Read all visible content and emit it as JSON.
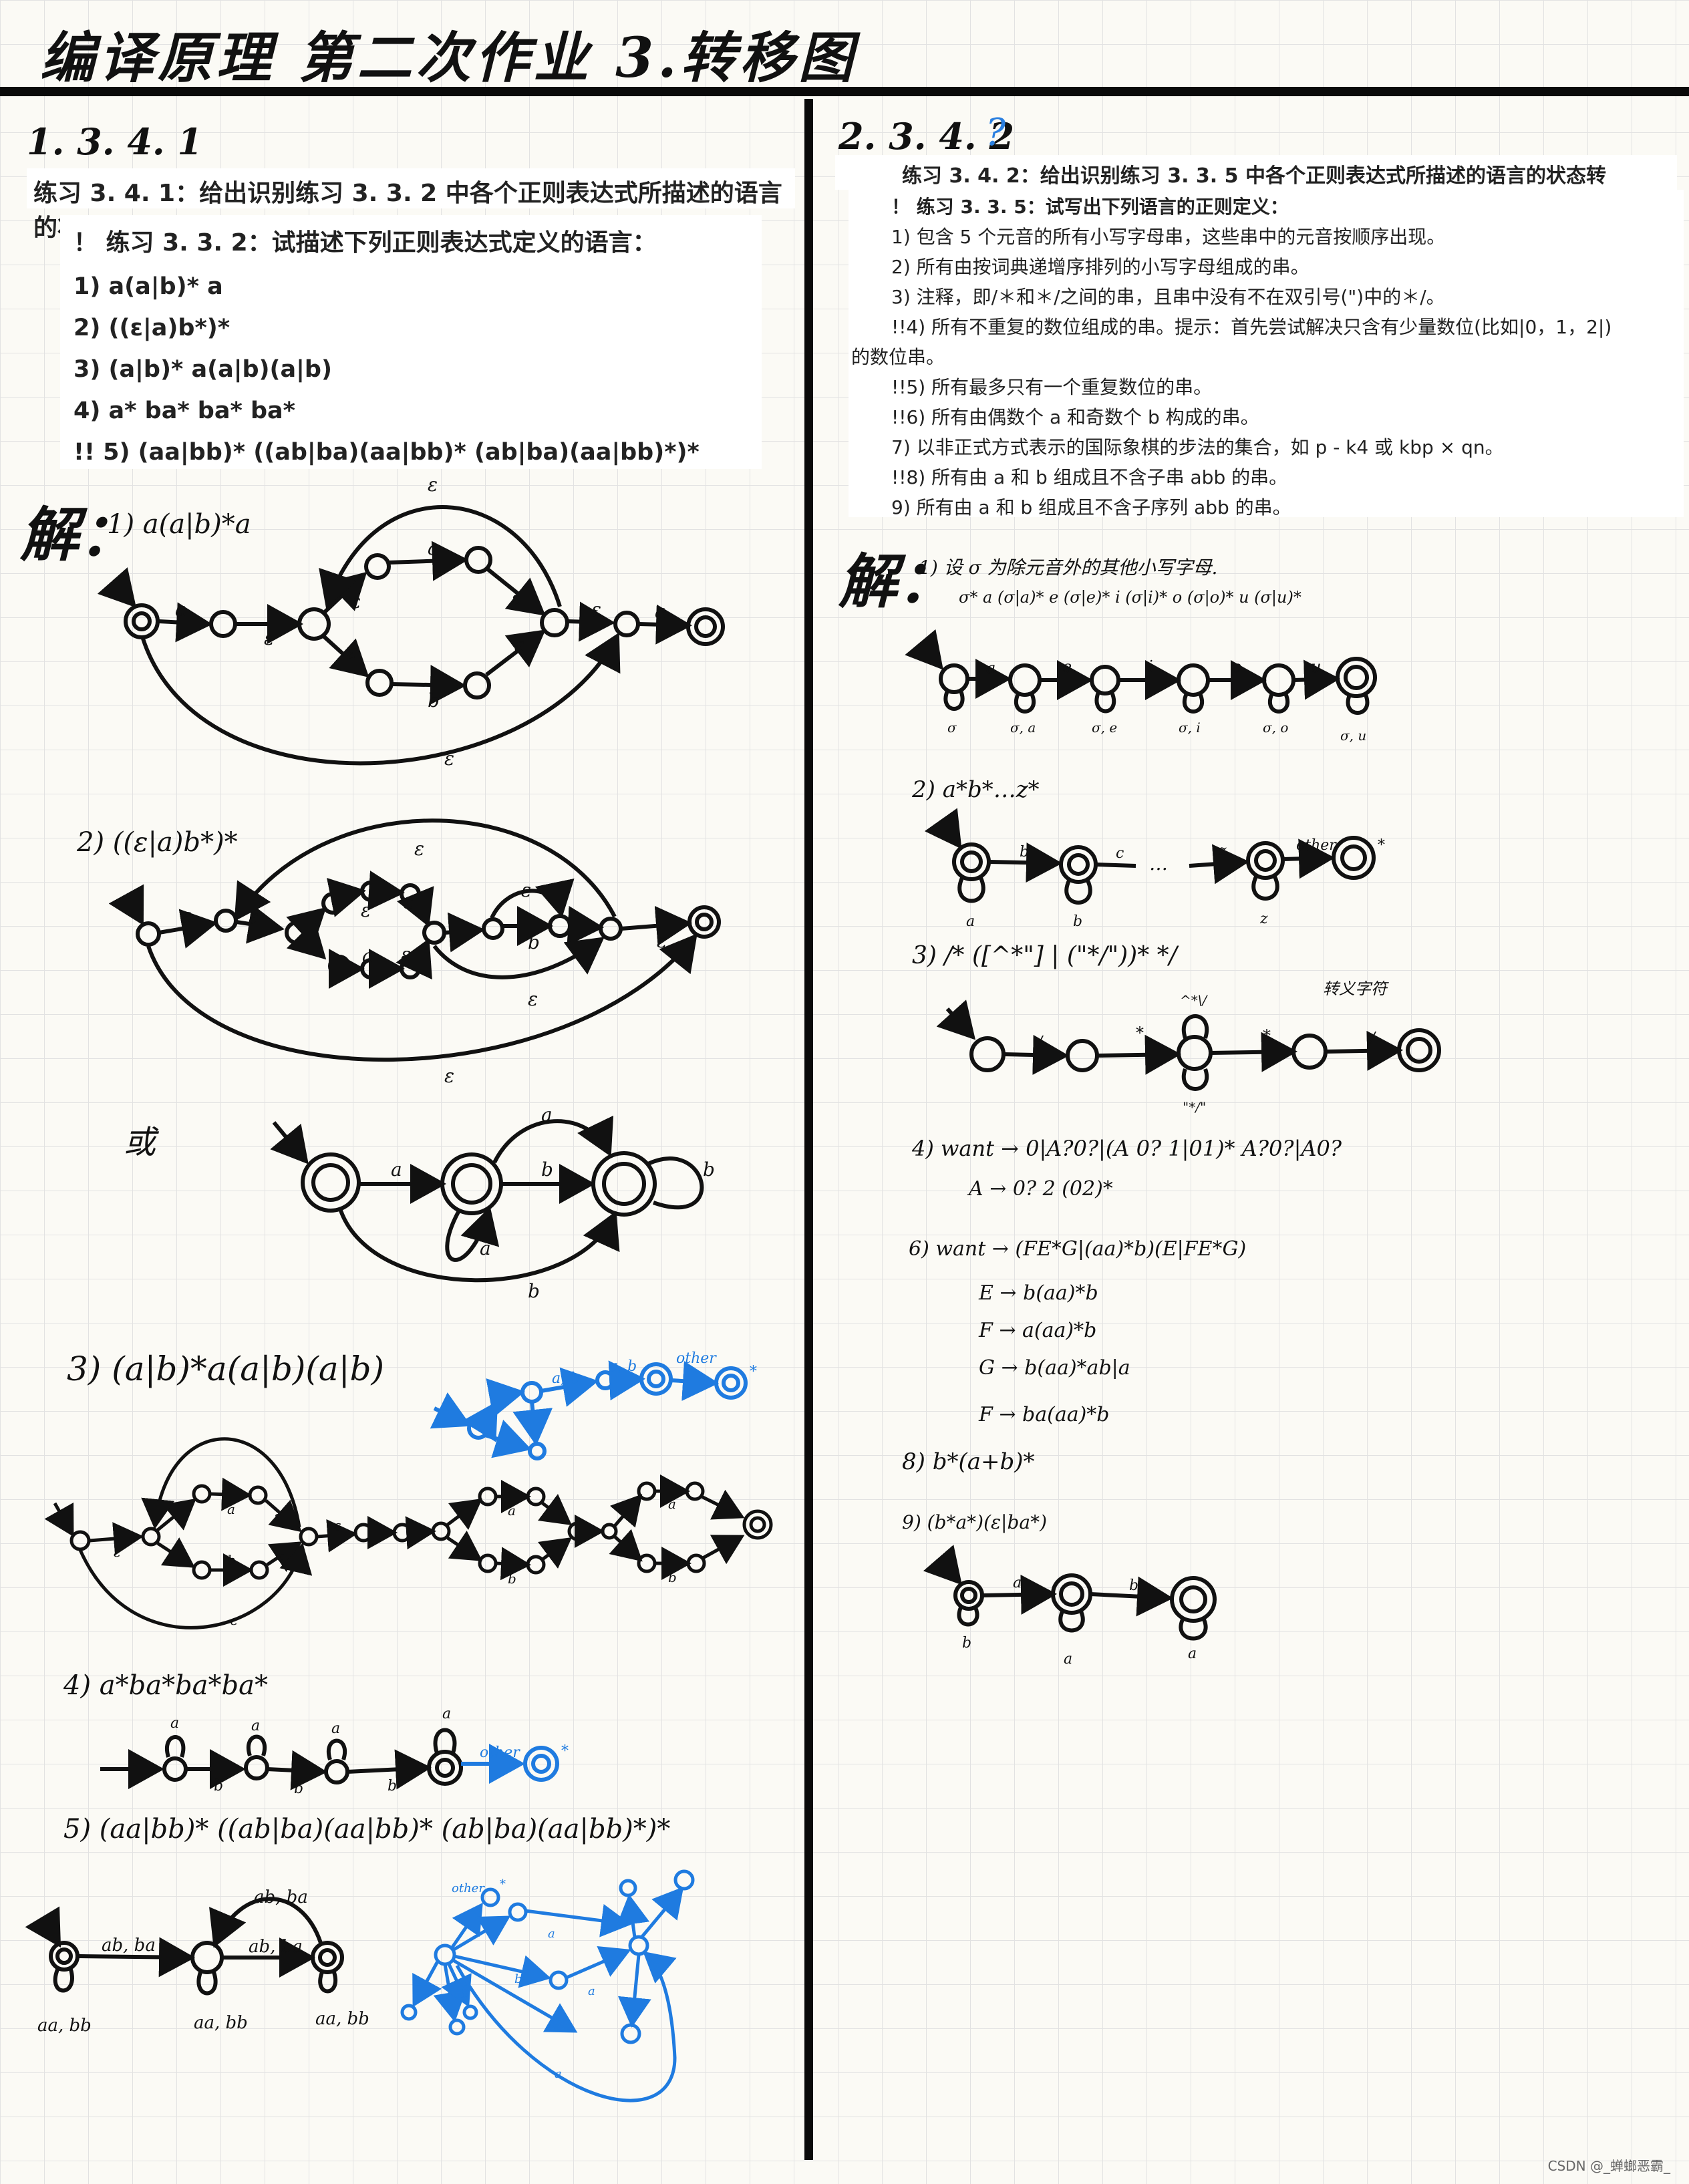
{
  "title": "编译原理  第二次作业 3.转移图",
  "left": {
    "section": "1. 3. 4. 1",
    "exercise_title": "练习 3. 4. 1：给出识别练习 3. 3. 2 中各个正则表达式所描述的语言的状态转换图。",
    "sub_title": "！ 练习 3. 3. 2：试描述下列正则表达式定义的语言：",
    "items": [
      "1) a(a|b)* a",
      "2) ((ε|a)b*)*",
      "3) (a|b)* a(a|b)(a|b)",
      "4) a* ba* ba* ba*",
      "!! 5) (aa|bb)* ((ab|ba)(aa|bb)* (ab|ba)(aa|bb)*)*"
    ],
    "jie": "解：",
    "ans1": "1) a(a|b)*a",
    "ans2": "2) ((ε|a)b*)*",
    "huo": "或",
    "ans3": "3) (a|b)*a(a|b)(a|b)",
    "ans4": "4) a*ba*ba*ba*",
    "ans5": "5) (aa|bb)* ((ab|ba)(aa|bb)* (ab|ba)(aa|bb)*)*"
  },
  "right": {
    "section": "2. 3. 4. 2",
    "question_mark": "?",
    "exercise_title": "练习 3. 4. 2：给出识别练习 3. 3. 5 中各个正则表达式所描述的语言的状态转换图。",
    "sub_title": "！ 练习 3. 3. 5：试写出下列语言的正则定义：",
    "items": [
      "1) 包含 5 个元音的所有小写字母串，这些串中的元音按顺序出现。",
      "2) 所有由按词典递增序排列的小写字母组成的串。",
      "3) 注释，即/＊和＊/之间的串，且串中没有不在双引号(\")中的＊/。",
      "!!4) 所有不重复的数位组成的串。提示：首先尝试解决只含有少量数位(比如|0，1，2|)",
      "的数位串。",
      "!!5) 所有最多只有一个重复数位的串。",
      "!!6) 所有由偶数个 a 和奇数个 b 构成的串。",
      "7) 以非正式方式表示的国际象棋的步法的集合，如 p - k4 或 kbp × qn。",
      "!!8) 所有由 a 和 b 组成且不含子串 abb 的串。",
      "9) 所有由 a 和 b 组成且不含子序列 abb 的串。"
    ],
    "jie": "解：",
    "ans1_line1": "1) 设 σ 为除元音外的其他小写字母.",
    "ans1_line2": "σ* a (σ|a)* e (σ|e)* i (σ|i)* o (σ|o)* u (σ|u)*",
    "ans2": "2) a*b*…z*",
    "ans3": "3) /* ([^*\"] | (\"*/\"))* */",
    "ans3_note": "转义字符",
    "ans4_line1": "4) want → 0|A?0?|(A 0? 1|01)* A?0?|A0?",
    "ans4_line2": "A → 0? 2 (02)*",
    "ans6": [
      "6) want → (FE*G|(aa)*b)(E|FE*G)",
      "E → b(aa)*b",
      "F → a(aa)*b",
      "G → b(aa)*ab|a",
      "F → ba(aa)*b"
    ],
    "ans8": "8) b*(a+b)*",
    "ans9": "9) (b*a*)(ε|ba*)"
  },
  "diagram_labels": {
    "eps": "ε",
    "a": "a",
    "b": "b",
    "ab_ba": "ab, ba",
    "aa_bb": "aa, bb",
    "a_b": "a, b",
    "other": "other",
    "star": "*",
    "slash": "/",
    "c": "c",
    "z": "z",
    "e": "e",
    "i": "i",
    "o": "o",
    "u": "u",
    "dots": "…",
    "sig_a": "σ, a",
    "sig_e": "σ, e",
    "sig_i": "σ, i",
    "sig_o": "σ, o",
    "sig_u": "σ, u",
    "sigma": "σ",
    "not_star": "^*\\/",
    "quote_star": "\"*/\""
  },
  "footer": "CSDN @_蝉螂恶霸_"
}
